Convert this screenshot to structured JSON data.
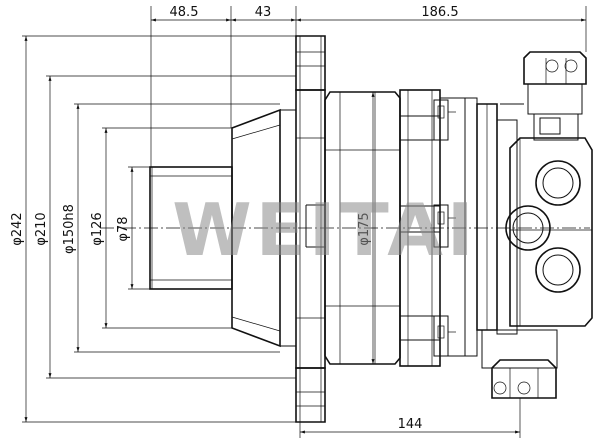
{
  "watermark": "WEITAI",
  "dimensions": {
    "top_left": "48.5",
    "top_mid": "43",
    "top_right": "186.5",
    "bottom": "144",
    "d242": "φ242",
    "d210": "φ210",
    "d150": "φ150h8",
    "d126": "φ126",
    "d78": "φ78",
    "d175": "φ175"
  }
}
